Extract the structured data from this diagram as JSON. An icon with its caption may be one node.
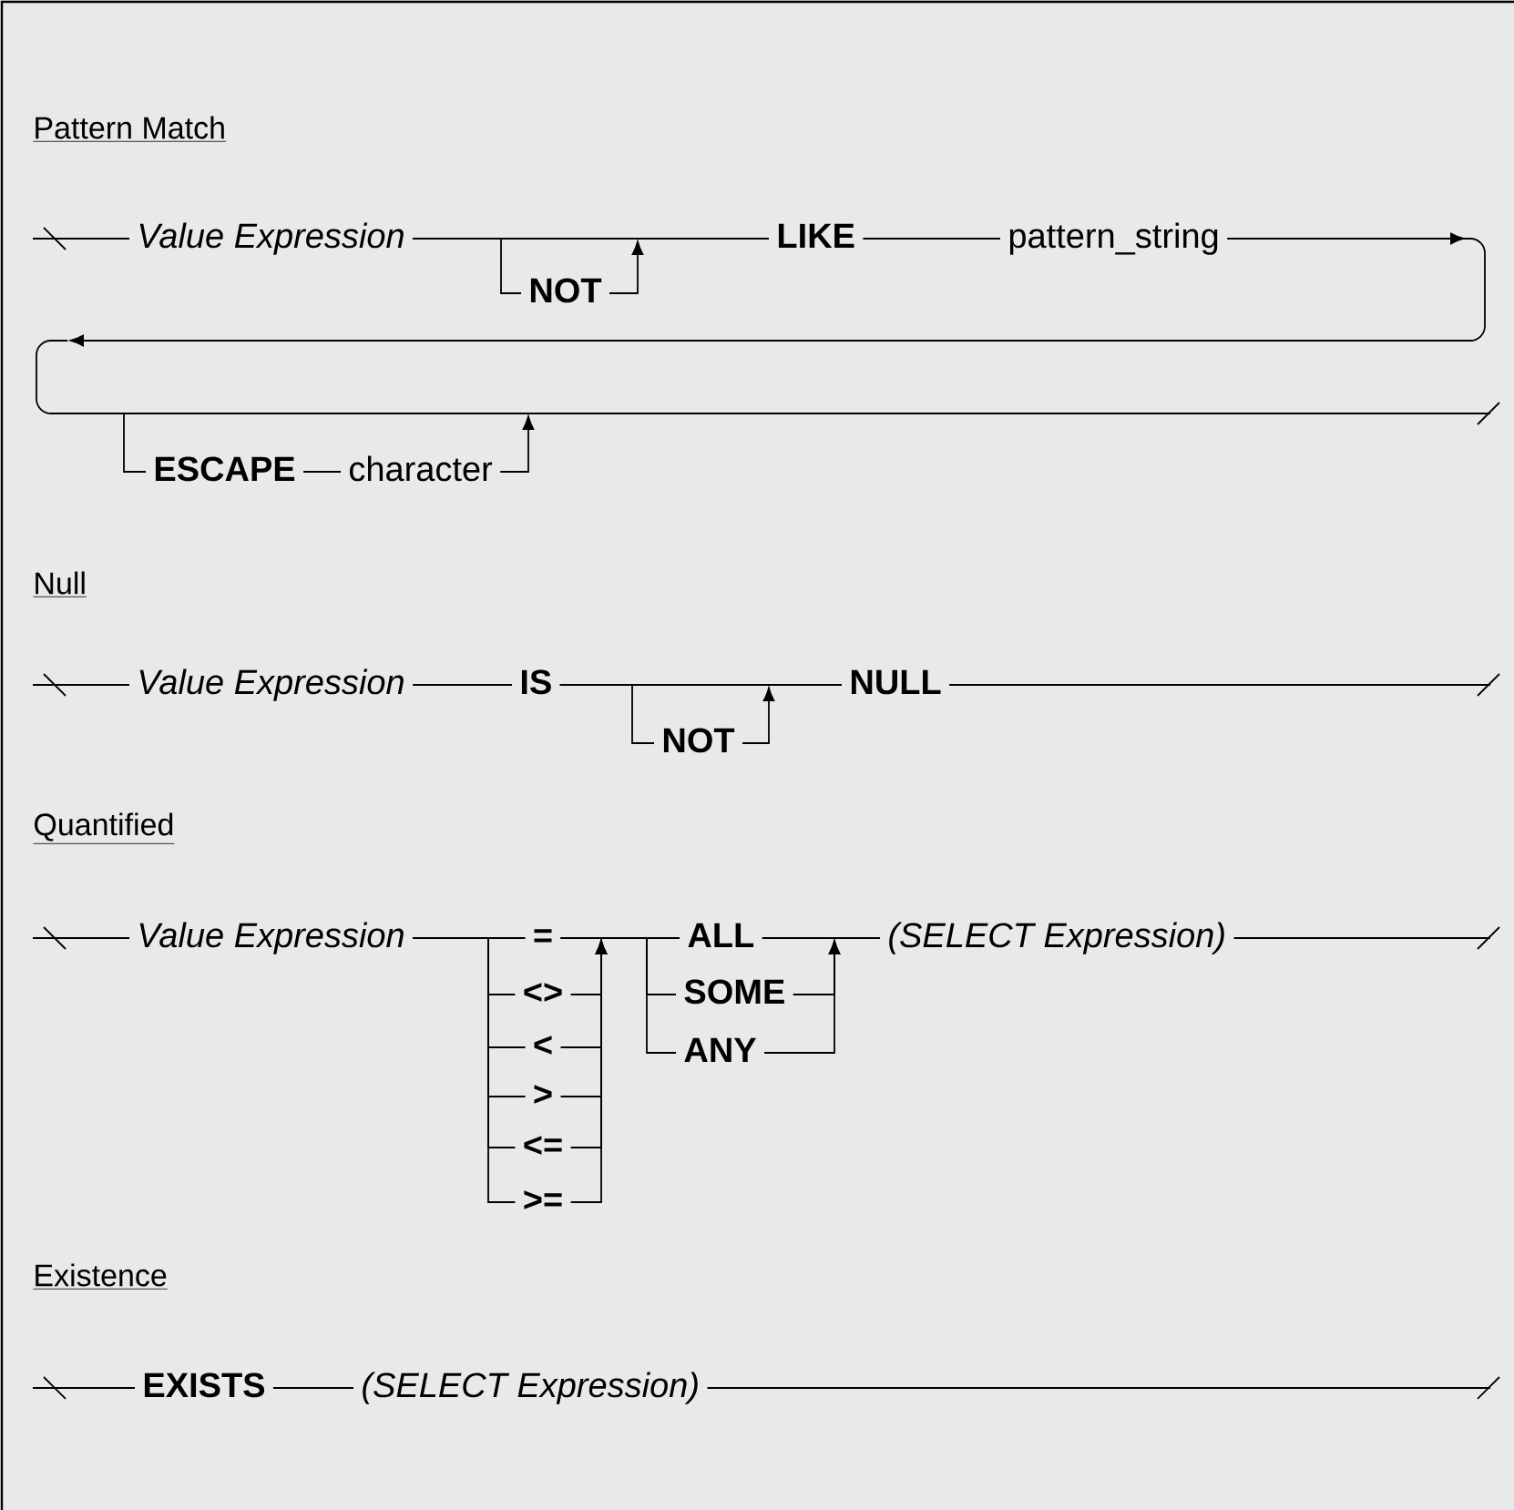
{
  "diagram": {
    "nodes": [
      {
        "text": [
          "Value Expression"
        ]
      },
      {
        "text": [
          "NOT"
        ]
      },
      {
        "text": [
          "LIKE"
        ]
      },
      {
        "text": [
          "pattern_string"
        ]
      },
      {
        "text": [
          "ESCAPE"
        ]
      },
      {
        "text": [
          "character"
        ]
      },
      {
        "text": [
          "Value Expression"
        ]
      },
      {
        "text": [
          "IS"
        ]
      },
      {
        "text": [
          "NOT"
        ]
      },
      {
        "text": [
          "NULL"
        ]
      },
      {
        "text": [
          "Value Expression"
        ]
      },
      {
        "text": [
          "="
        ]
      },
      {
        "text": [
          "<>"
        ]
      },
      {
        "text": [
          "<"
        ]
      },
      {
        "text": [
          ">"
        ]
      },
      {
        "text": [
          "<="
        ]
      },
      {
        "text": [
          ">="
        ]
      },
      {
        "text": [
          "ALL"
        ]
      },
      {
        "text": [
          "SOME"
        ]
      },
      {
        "text": [
          "ANY"
        ]
      },
      {
        "text": [
          "(SELECT Expression)"
        ]
      },
      {
        "text": [
          "EXISTS"
        ]
      },
      {
        "text": [
          "(SELECT Expression)"
        ]
      }
    ],
    "edges": [
      {
        "from": null,
        "to": 0,
        "arrow": "none"
      },
      {
        "from": 0,
        "to": 2,
        "arrow": "none"
      },
      {
        "from": 0,
        "to": 1,
        "arrow": "none"
      },
      {
        "from": 1,
        "to": null,
        "arrow": "to"
      },
      {
        "from": 2,
        "to": 3,
        "arrow": "none"
      },
      {
        "from": 3,
        "to": null,
        "arrow": "to"
      },
      {
        "from": null,
        "to": 4,
        "arrow": "none"
      },
      {
        "from": 4,
        "to": 5,
        "arrow": "none"
      },
      {
        "from": 5,
        "to": null,
        "arrow": "to"
      },
      {
        "from": null,
        "to": 6,
        "arrow": "none"
      },
      {
        "from": 6,
        "to": 7,
        "arrow": "none"
      },
      {
        "from": 7,
        "to": 9,
        "arrow": "none"
      },
      {
        "from": 7,
        "to": 8,
        "arrow": "none"
      },
      {
        "from": 8,
        "to": null,
        "arrow": "to"
      },
      {
        "from": 9,
        "to": null,
        "arrow": "none"
      },
      {
        "from": null,
        "to": 10,
        "arrow": "none"
      },
      {
        "from": 10,
        "to": 11,
        "arrow": "none"
      },
      {
        "from": 10,
        "to": 12,
        "arrow": "none"
      },
      {
        "from": 10,
        "to": 13,
        "arrow": "none"
      },
      {
        "from": 10,
        "to": 14,
        "arrow": "none"
      },
      {
        "from": 10,
        "to": 15,
        "arrow": "none"
      },
      {
        "from": 10,
        "to": 16,
        "arrow": "none"
      },
      {
        "from": 11,
        "to": 17,
        "arrow": "none"
      },
      {
        "from": 11,
        "to": 18,
        "arrow": "none"
      },
      {
        "from": 11,
        "to": 19,
        "arrow": "none"
      },
      {
        "from": 12,
        "to": null,
        "arrow": "to"
      },
      {
        "from": 13,
        "to": null,
        "arrow": "to"
      },
      {
        "from": 14,
        "to": null,
        "arrow": "to"
      },
      {
        "from": 15,
        "to": null,
        "arrow": "to"
      },
      {
        "from": 16,
        "to": null,
        "arrow": "to"
      },
      {
        "from": 17,
        "to": 20,
        "arrow": "none"
      },
      {
        "from": 18,
        "to": null,
        "arrow": "to"
      },
      {
        "from": 19,
        "to": null,
        "arrow": "to"
      },
      {
        "from": 20,
        "to": null,
        "arrow": "none"
      },
      {
        "from": null,
        "to": 21,
        "arrow": "none"
      },
      {
        "from": 21,
        "to": 22,
        "arrow": "none"
      },
      {
        "from": 22,
        "to": null,
        "arrow": "none"
      }
    ],
    "labels": [
      "Pattern Match",
      "Null",
      "Quantified",
      "Existence"
    ]
  }
}
